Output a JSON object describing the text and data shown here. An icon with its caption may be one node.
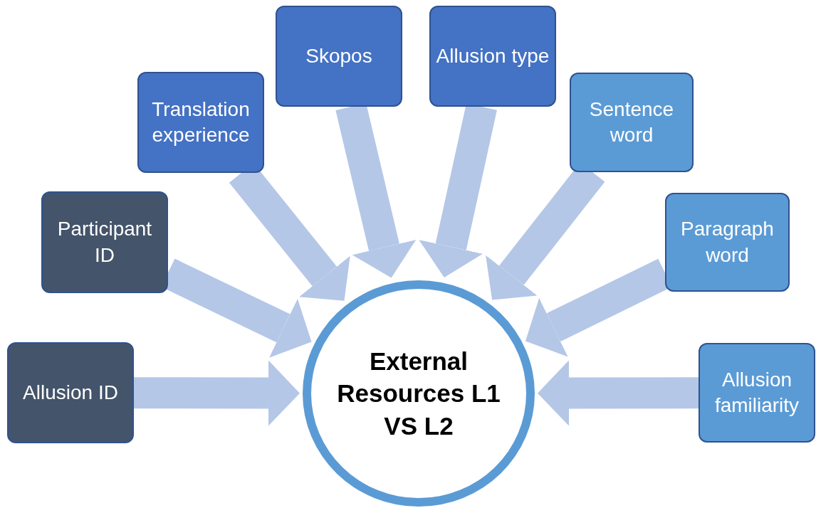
{
  "diagram": {
    "nodes": [
      {
        "text": [
          "Allusion ID"
        ]
      },
      {
        "text": [
          "Participant ID"
        ]
      },
      {
        "text": [
          "Translation experience"
        ]
      },
      {
        "text": [
          "Skopos"
        ]
      },
      {
        "text": [
          "Allusion type"
        ]
      },
      {
        "text": [
          "Sentence word"
        ]
      },
      {
        "text": [
          "Paragraph word"
        ]
      },
      {
        "text": [
          "Allusion familiarity"
        ]
      },
      {
        "text": [
          "External Resources L1 VS L2"
        ]
      }
    ],
    "edges": [
      {
        "from": 0,
        "to": 8,
        "arrow": "to"
      },
      {
        "from": 1,
        "to": 8,
        "arrow": "to"
      },
      {
        "from": 2,
        "to": 8,
        "arrow": "to"
      },
      {
        "from": 3,
        "to": 8,
        "arrow": "to"
      },
      {
        "from": 4,
        "to": 8,
        "arrow": "to"
      },
      {
        "from": 5,
        "to": 8,
        "arrow": "to"
      },
      {
        "from": 6,
        "to": 8,
        "arrow": "to"
      },
      {
        "from": 7,
        "to": 8,
        "arrow": "to"
      }
    ]
  }
}
